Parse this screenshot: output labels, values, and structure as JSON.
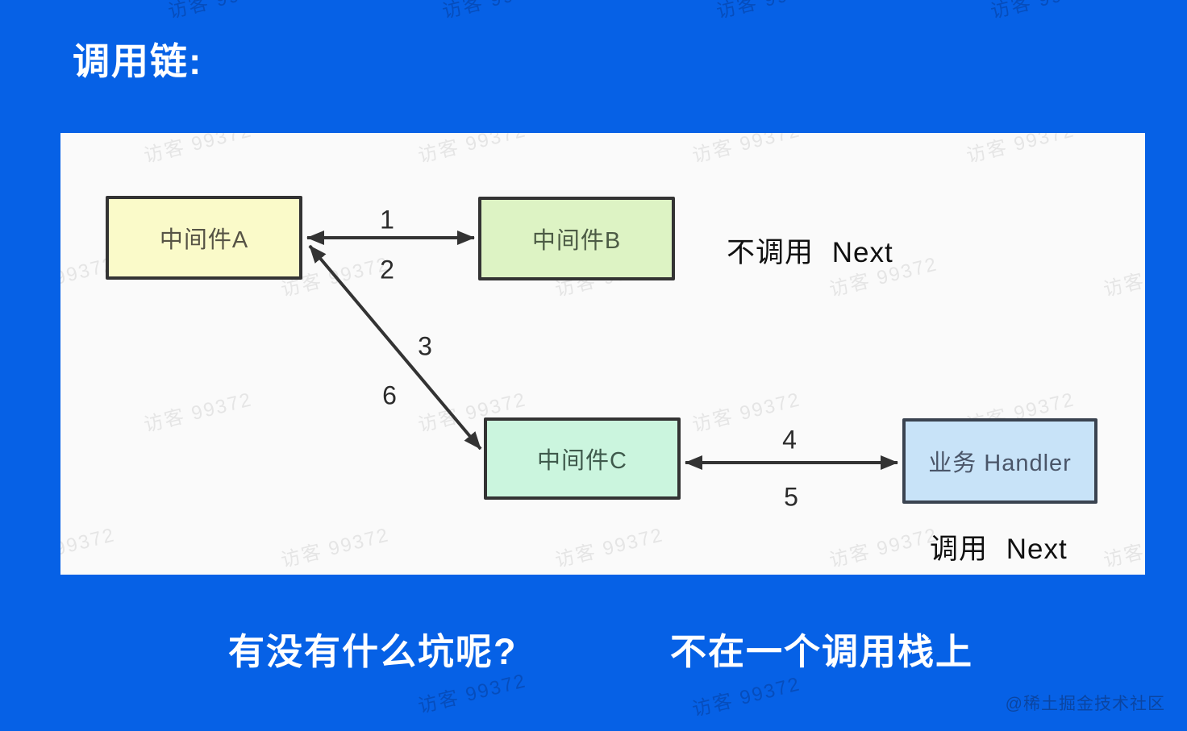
{
  "title": "调用链:",
  "panel": {
    "background": "#FAFAFA",
    "boxes": [
      {
        "id": "middleware-a",
        "label": "中间件A",
        "fill": "#FAFAC9",
        "text_color": "#565345"
      },
      {
        "id": "middleware-b",
        "label": "中间件B",
        "fill": "#DDF3C4",
        "text_color": "#4C5B45"
      },
      {
        "id": "middleware-c",
        "label": "中间件C",
        "fill": "#CBF5DE",
        "text_color": "#3F5A4C"
      },
      {
        "id": "handler",
        "label": "业务 Handler",
        "fill": "#C8E3F8",
        "text_color": "#4A5568"
      }
    ],
    "arrow_labels": {
      "n1": "1",
      "n2": "2",
      "n3": "3",
      "n4": "4",
      "n5": "5",
      "n6": "6"
    },
    "notes": {
      "no_next": "不调用 Next",
      "call_next": "调用 Next"
    },
    "arrow_color": "#333333"
  },
  "captions": {
    "left": "有没有什么坑呢?",
    "right": "不在一个调用栈上"
  },
  "watermark": {
    "visitor": "访客 99372",
    "credit": "@稀土掘金技术社区"
  },
  "colors": {
    "background": "#0661E6",
    "title_text": "#FFFFFF",
    "caption_text": "#FFFFFF"
  }
}
